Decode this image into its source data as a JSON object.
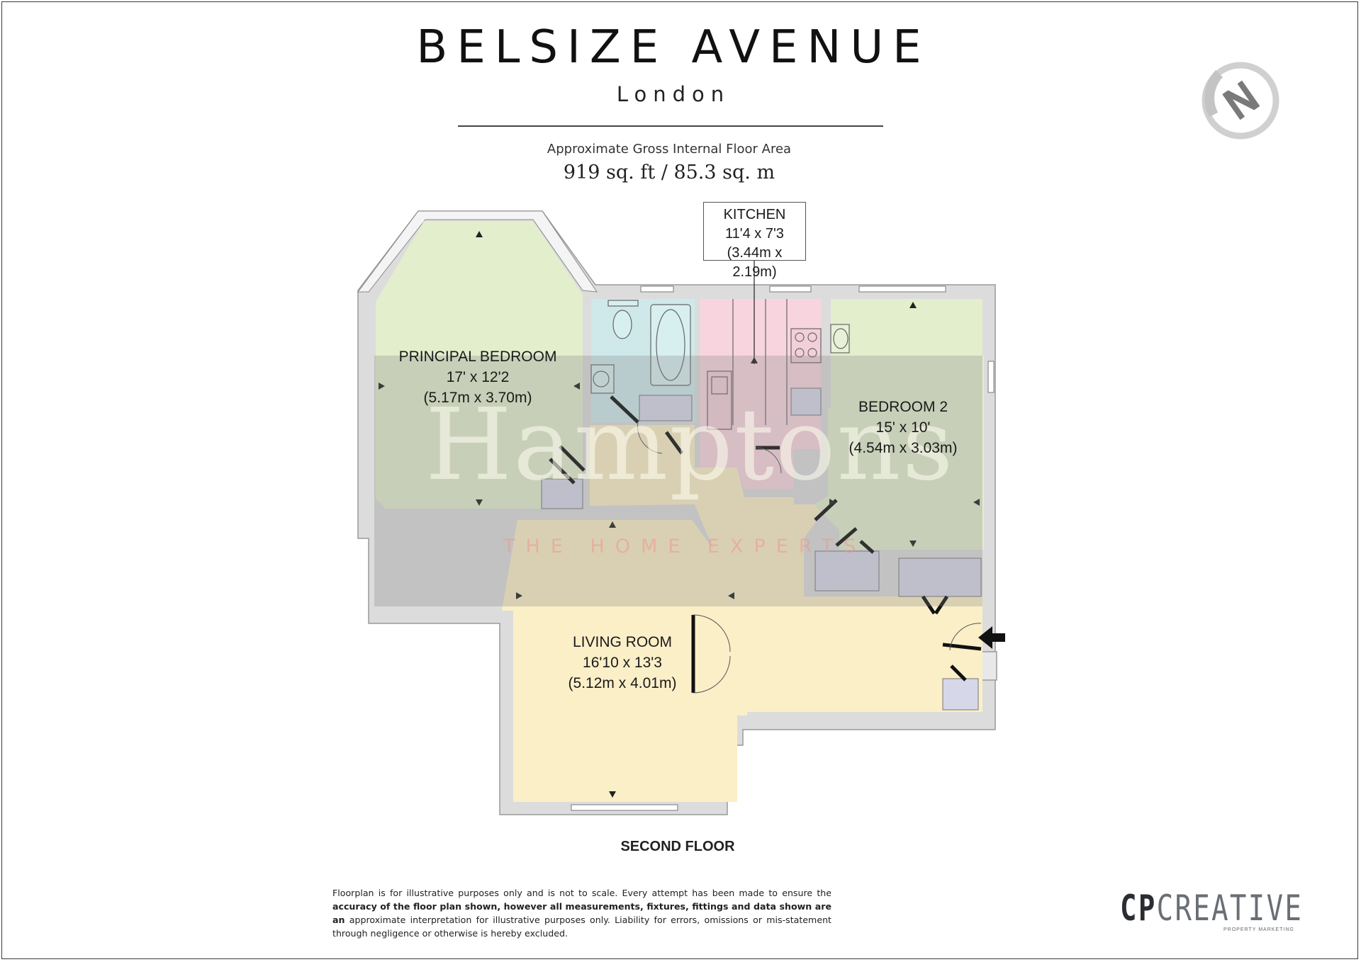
{
  "header": {
    "title": "BELSIZE AVENUE",
    "subtitle": "London",
    "area_label": "Approximate Gross Internal Floor Area",
    "area_value": "919 sq. ft / 85.3 sq. m"
  },
  "compass": {
    "icon": "north-arrow-icon",
    "letter": "N"
  },
  "rooms": {
    "principal_bedroom": {
      "name": "PRINCIPAL BEDROOM",
      "imperial": "17' x 12'2",
      "metric": "(5.17m x 3.70m)"
    },
    "kitchen": {
      "name": "KITCHEN",
      "imperial": "11'4 x 7'3",
      "metric": "(3.44m x 2.19m)"
    },
    "bedroom_2": {
      "name": "BEDROOM 2",
      "imperial": "15' x 10'",
      "metric": "(4.54m x 3.03m)"
    },
    "living_room": {
      "name": "LIVING ROOM",
      "imperial": "16'10 x 13'3",
      "metric": "(5.12m x 4.01m)"
    }
  },
  "colors": {
    "wall": "#dcdcdc",
    "bedroom": "#e3eecd",
    "bathroom": "#cfe9ea",
    "kitchen": "#f8d5de",
    "living": "#fbefc8",
    "storage": "#d6d7e8",
    "watermark_overlay": "#808080"
  },
  "watermark": {
    "word": "Hamptons",
    "tagline": "THE HOME EXPERTS"
  },
  "floor_label": "SECOND FLOOR",
  "disclaimer": {
    "part1": "Floorplan is for illustrative purposes only and is not to scale. Every attempt has been made to ensure the",
    "bold": "accuracy of the floor plan shown, however all measurements, fixtures, fittings and data shown are an",
    "part2": "approximate interpretation for illustrative purposes only. Liability for errors, omissions or mis-statement through negligence or otherwise is hereby excluded."
  },
  "brand": {
    "name_strong": "CP",
    "name_light": "CREATIVE",
    "tagline": "PROPERTY MARKETING"
  }
}
